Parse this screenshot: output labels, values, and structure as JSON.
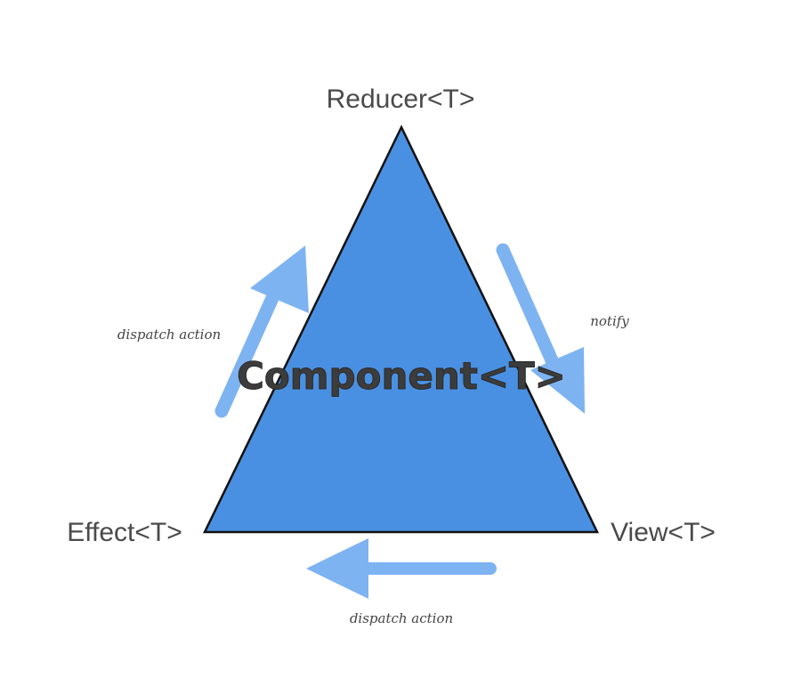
{
  "nodes": {
    "top": "Reducer<T>",
    "left": "Effect<T>",
    "right": "View<T>",
    "center": "Component<T>"
  },
  "edges": {
    "left": "dispatch action",
    "right": "notify",
    "bottom": "dispatch action"
  },
  "colors": {
    "triangle_fill": "#4a90e2",
    "triangle_stroke": "#111111",
    "arrow": "#7eb3f2",
    "text": "#4a4a4a"
  }
}
